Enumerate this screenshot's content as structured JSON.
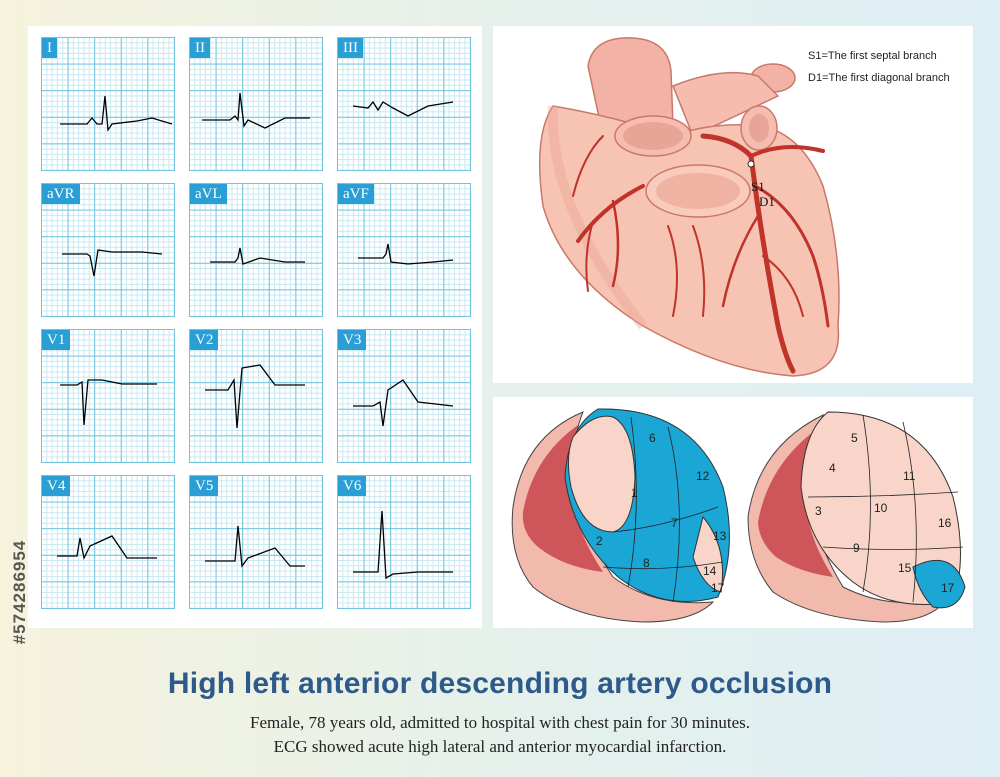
{
  "ecg": {
    "leads": [
      {
        "label": "I"
      },
      {
        "label": "II"
      },
      {
        "label": "III"
      },
      {
        "label": "aVR"
      },
      {
        "label": "aVL"
      },
      {
        "label": "aVF"
      },
      {
        "label": "V1"
      },
      {
        "label": "V2"
      },
      {
        "label": "V3"
      },
      {
        "label": "V4"
      },
      {
        "label": "V5"
      },
      {
        "label": "V6"
      }
    ],
    "trace_color": "#000000",
    "grid_color": "#6ec4de"
  },
  "heart": {
    "legend_s1": "S1=The first septal branch",
    "legend_d1": "D1=The first diagonal branch",
    "label_s1": "S1",
    "label_d1": "D1"
  },
  "bullseye": {
    "left_segments": [
      "1",
      "2",
      "6",
      "7",
      "8",
      "12",
      "13",
      "14",
      "17"
    ],
    "right_segments": [
      "3",
      "4",
      "5",
      "9",
      "10",
      "11",
      "15",
      "16",
      "17"
    ],
    "highlight_color": "#1aa7d6"
  },
  "title": "High left anterior descending artery occlusion",
  "subtitle_line1": "Female, 78 years old, admitted to hospital with chest pain for 30 minutes.",
  "subtitle_line2": "ECG showed acute high lateral and anterior  myocardial infarction.",
  "stock_id": "#574286954"
}
